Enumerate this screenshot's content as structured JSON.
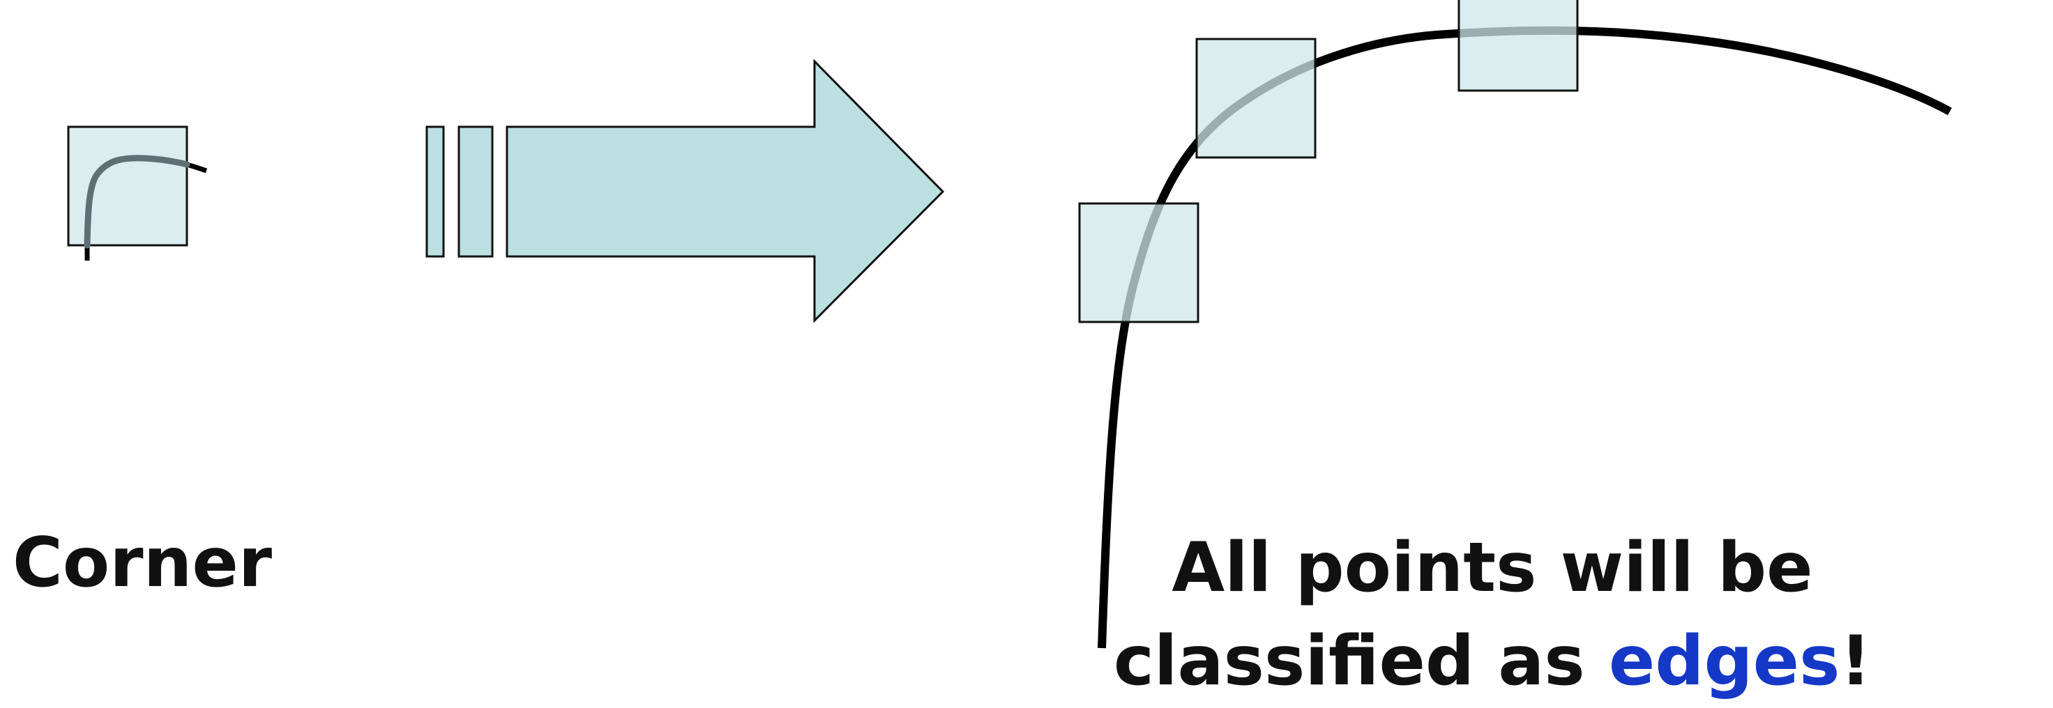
{
  "labels": {
    "left": "Corner",
    "caption_line1": "All points will be",
    "caption_line2_prefix": "classified as ",
    "caption_highlight": "edges",
    "caption_suffix": "!"
  },
  "colors": {
    "window_fill": "#cfe7ea",
    "arrow_fill": "#bcdfe2",
    "curve_stroke": "#000000",
    "small_curve_stroke": "#5f6f73",
    "highlight_text": "#1538c7",
    "text": "#111111"
  }
}
